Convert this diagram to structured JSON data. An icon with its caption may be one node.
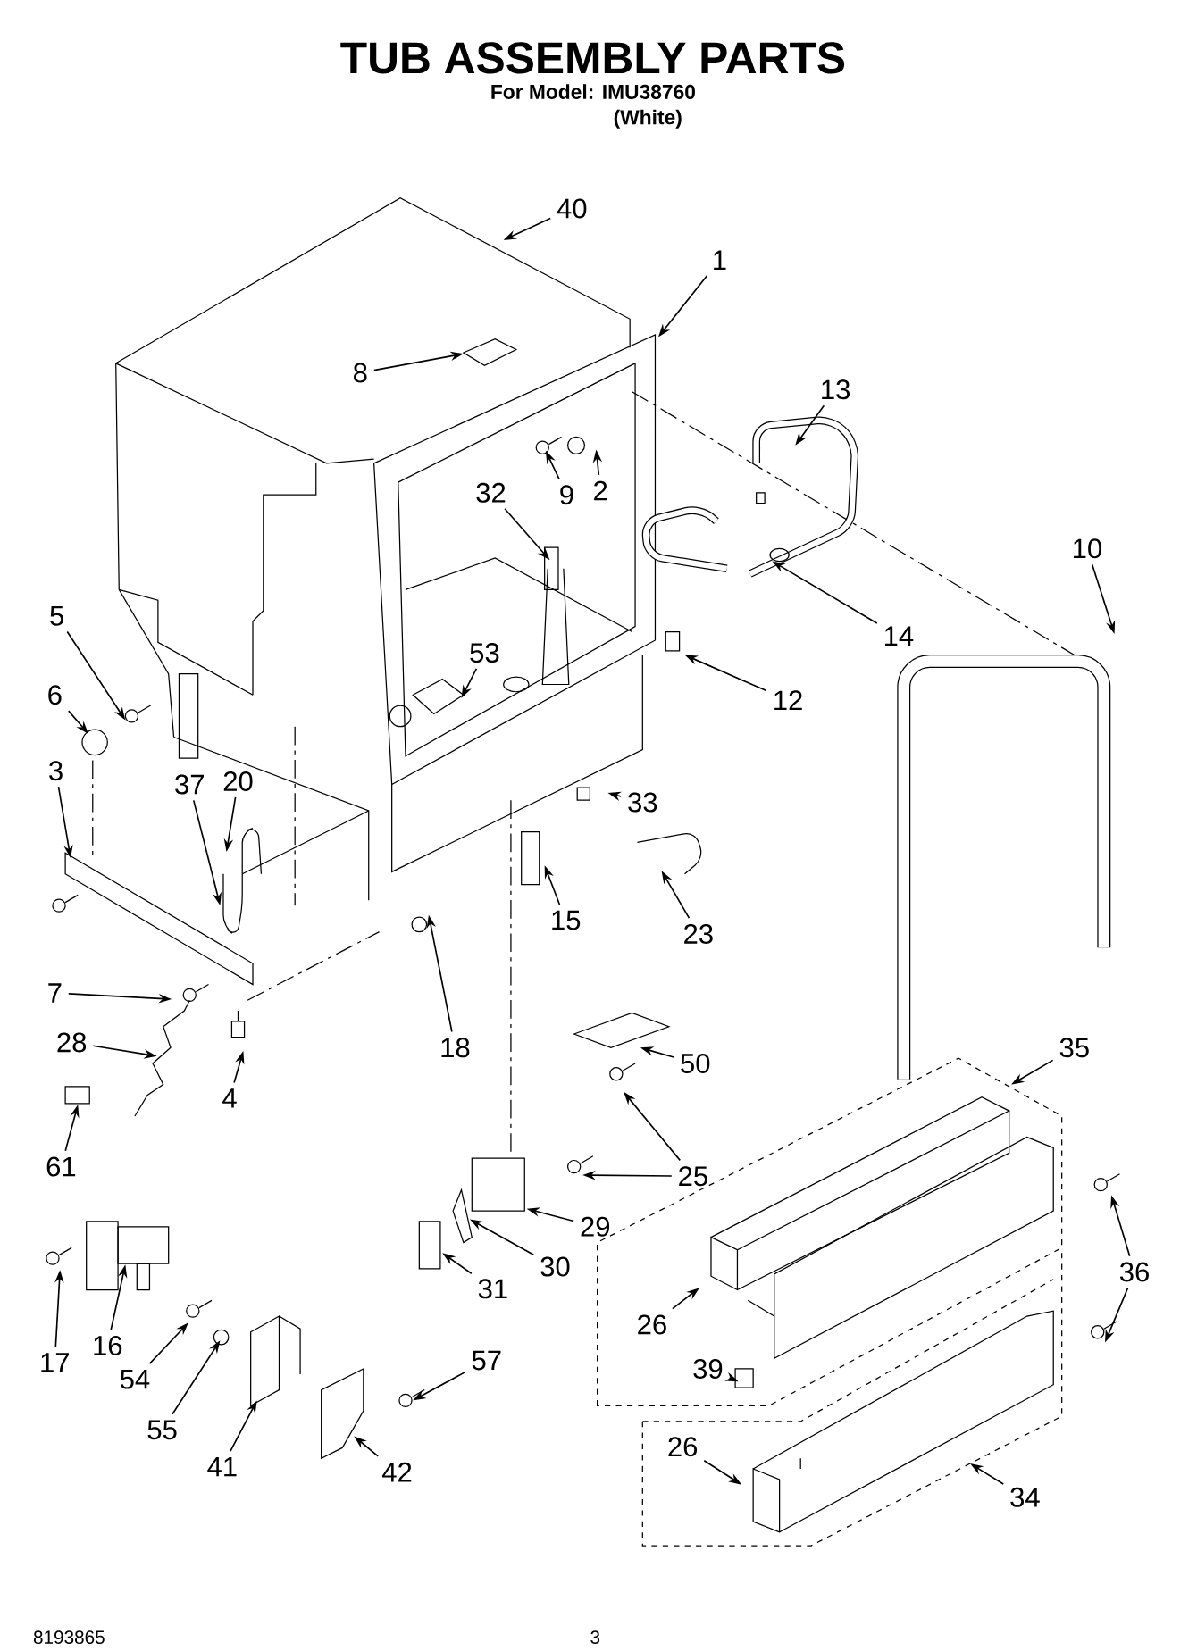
{
  "diagram": {
    "title": "TUB ASSEMBLY PARTS",
    "nodes": [
      {
        "text": [
          "40"
        ]
      },
      {
        "text": [
          "1"
        ]
      },
      {
        "text": [
          "8"
        ]
      },
      {
        "text": [
          "13"
        ]
      },
      {
        "text": [
          "32"
        ]
      },
      {
        "text": [
          "9"
        ]
      },
      {
        "text": [
          "2"
        ]
      },
      {
        "text": [
          "10"
        ]
      },
      {
        "text": [
          "5"
        ]
      },
      {
        "text": [
          "14"
        ]
      },
      {
        "text": [
          "53"
        ]
      },
      {
        "text": [
          "6"
        ]
      },
      {
        "text": [
          "12"
        ]
      },
      {
        "text": [
          "3"
        ]
      },
      {
        "text": [
          "20"
        ]
      },
      {
        "text": [
          "37"
        ]
      },
      {
        "text": [
          "33"
        ]
      },
      {
        "text": [
          "15"
        ]
      },
      {
        "text": [
          "23"
        ]
      },
      {
        "text": [
          "7"
        ]
      },
      {
        "text": [
          "28"
        ]
      },
      {
        "text": [
          "18"
        ]
      },
      {
        "text": [
          "35"
        ]
      },
      {
        "text": [
          "50"
        ]
      },
      {
        "text": [
          "4"
        ]
      },
      {
        "text": [
          "61"
        ]
      },
      {
        "text": [
          "25"
        ]
      },
      {
        "text": [
          "29"
        ]
      },
      {
        "text": [
          "36"
        ]
      },
      {
        "text": [
          "30"
        ]
      },
      {
        "text": [
          "31"
        ]
      },
      {
        "text": [
          "26"
        ]
      },
      {
        "text": [
          "17"
        ]
      },
      {
        "text": [
          "16"
        ]
      },
      {
        "text": [
          "54"
        ]
      },
      {
        "text": [
          "39"
        ]
      },
      {
        "text": [
          "57"
        ]
      },
      {
        "text": [
          "55"
        ]
      },
      {
        "text": [
          "26"
        ]
      },
      {
        "text": [
          "41"
        ]
      },
      {
        "text": [
          "42"
        ]
      },
      {
        "text": [
          "34"
        ]
      }
    ],
    "edges": [
      {
        "from": 0,
        "to": null,
        "arrow": "to"
      },
      {
        "from": 1,
        "to": null,
        "arrow": "to"
      },
      {
        "from": 2,
        "to": null,
        "arrow": "to"
      },
      {
        "from": 3,
        "to": null,
        "arrow": "to"
      },
      {
        "from": 4,
        "to": null,
        "arrow": "to"
      },
      {
        "from": 5,
        "to": null,
        "arrow": "to"
      },
      {
        "from": 6,
        "to": null,
        "arrow": "to"
      },
      {
        "from": 7,
        "to": null,
        "arrow": "to"
      },
      {
        "from": 8,
        "to": null,
        "arrow": "to"
      },
      {
        "from": 9,
        "to": null,
        "arrow": "to"
      },
      {
        "from": 10,
        "to": null,
        "arrow": "to"
      },
      {
        "from": 11,
        "to": null,
        "arrow": "to"
      },
      {
        "from": 12,
        "to": null,
        "arrow": "to"
      },
      {
        "from": 13,
        "to": null,
        "arrow": "to"
      },
      {
        "from": 14,
        "to": null,
        "arrow": "to"
      },
      {
        "from": 15,
        "to": null,
        "arrow": "to"
      },
      {
        "from": 16,
        "to": null,
        "arrow": "to"
      },
      {
        "from": 17,
        "to": null,
        "arrow": "to"
      },
      {
        "from": 18,
        "to": null,
        "arrow": "to"
      },
      {
        "from": 19,
        "to": null,
        "arrow": "to"
      },
      {
        "from": 20,
        "to": null,
        "arrow": "to"
      },
      {
        "from": 21,
        "to": null,
        "arrow": "to"
      },
      {
        "from": 22,
        "to": null,
        "arrow": "to"
      },
      {
        "from": 23,
        "to": null,
        "arrow": "to"
      },
      {
        "from": 24,
        "to": null,
        "arrow": "to"
      },
      {
        "from": 25,
        "to": null,
        "arrow": "to"
      },
      {
        "from": 26,
        "to": null,
        "arrow": "to"
      },
      {
        "from": 26,
        "to": null,
        "arrow": "to"
      },
      {
        "from": 27,
        "to": null,
        "arrow": "to"
      },
      {
        "from": 28,
        "to": null,
        "arrow": "to"
      },
      {
        "from": 28,
        "to": null,
        "arrow": "to"
      },
      {
        "from": 29,
        "to": null,
        "arrow": "to"
      },
      {
        "from": 30,
        "to": null,
        "arrow": "to"
      },
      {
        "from": 31,
        "to": null,
        "arrow": "to"
      },
      {
        "from": 32,
        "to": null,
        "arrow": "to"
      },
      {
        "from": 33,
        "to": null,
        "arrow": "to"
      },
      {
        "from": 34,
        "to": null,
        "arrow": "to"
      },
      {
        "from": 35,
        "to": null,
        "arrow": "to"
      },
      {
        "from": 36,
        "to": null,
        "arrow": "to"
      },
      {
        "from": 37,
        "to": null,
        "arrow": "to"
      },
      {
        "from": 38,
        "to": null,
        "arrow": "to"
      },
      {
        "from": 39,
        "to": null,
        "arrow": "to"
      },
      {
        "from": 40,
        "to": null,
        "arrow": "to"
      },
      {
        "from": 41,
        "to": null,
        "arrow": "to"
      }
    ],
    "labels": [
      "For Model: IMU38760",
      "(White)",
      "8193865",
      "3"
    ]
  }
}
